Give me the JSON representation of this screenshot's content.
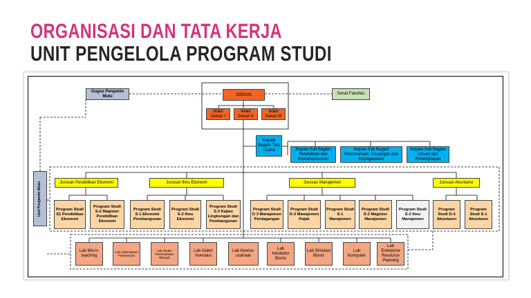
{
  "title": {
    "line1": "ORGANISASI DAN TATA KERJA",
    "line2": "UNIT PENGELOLA PROGRAM STUDI"
  },
  "colors": {
    "title_accent": "#d4327a",
    "dean": "#f26522",
    "department": "#ffff00",
    "admin": "#00b0f0",
    "program": "#fcd5a4",
    "lab": "#f4a582"
  },
  "nodes": {
    "dekan": "DEKAN",
    "wakil1": "Wakil Dekan I",
    "wakil2": "Wakil Dekan II",
    "wakil3": "Wakil Dekan III",
    "gugus": "Gugus Penjamin Mutu",
    "senat": "Senat Fakultas",
    "kabag": "Kepala Bagian Tata Usaha",
    "subbag1": "Kepala Sub Bagian Pendidikan dan Kemahasiswaan",
    "subbag2": "Kepala Sub Bagian Perencanaan, Keuangan dan Kepegawaian",
    "subbag3": "Kepala Sub Bagian Umum dan Perlengkapan",
    "unit_mutu": "Unit Penjamin Mutu"
  },
  "departments": [
    {
      "label": "Jurusan Pendidikan Ekonomi"
    },
    {
      "label": "Jurusan Ilmu Ekonomi"
    },
    {
      "label": "Jurusan Manajemen"
    },
    {
      "label": "Jurusan Akuntansi"
    }
  ],
  "programs": [
    {
      "label": "Program Studi S1 Pendidikan Ekonomi"
    },
    {
      "label": "Program Studi S-2 Magister Pendidikan Ekonomi"
    },
    {
      "label": "Program Studi S-1 Ekonomi Pembangunan"
    },
    {
      "label": "Program Studi S-2 Ilmu Ekonomi"
    },
    {
      "label": "Program Studi S-3 Kajian Lingkungan dan Pembangunan"
    },
    {
      "label": "Program Studi D 3 Manajemen Perdagangan"
    },
    {
      "label": "Program Studi D-3 Manajemen Pajak"
    },
    {
      "label": "Program Studi S-1 Manajemen"
    },
    {
      "label": "Program Studi S-2 Magister Manajemen"
    },
    {
      "label": "Program Studi S-3 Ilmu Manajemen"
    },
    {
      "label": "Program Studi D-3 Akuntansi"
    },
    {
      "label": "Program Studi S-1 Akuntansi"
    }
  ],
  "labs": [
    {
      "label": "Lab Micro-teaching"
    },
    {
      "label": "Lab Administrasi Perkantoran"
    },
    {
      "label": "Lab Studio Perencanaan Wilayah"
    },
    {
      "label": "Lab Galeri Investasi"
    },
    {
      "label": "Lab Kewira-usahaan"
    },
    {
      "label": "Lab Inkubator Bisnis"
    },
    {
      "label": "Lab Simulasi Bisnis"
    },
    {
      "label": "Lab Komputer"
    },
    {
      "label": "Lab Enterprise Resource Planning"
    }
  ]
}
